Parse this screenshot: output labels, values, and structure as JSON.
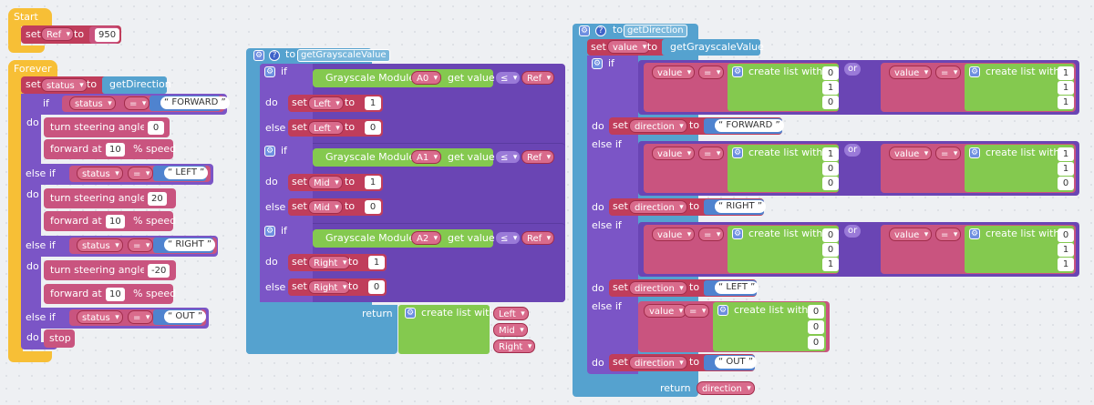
{
  "start": {
    "label": "Start",
    "set": "set",
    "var": "Ref",
    "to": "to",
    "value": "950"
  },
  "forever": {
    "label": "Forever",
    "set": "set",
    "var": "status",
    "to": "to",
    "call": "getDirection",
    "if": "if",
    "do": "do",
    "elseif": "else if",
    "eq": "=",
    "steer": "turn steering angle to",
    "forward": "forward at",
    "speed": "% speed",
    "stop": "stop",
    "branches": [
      {
        "cmp": "FORWARD",
        "angle": "0",
        "speed_val": "10"
      },
      {
        "cmp": "LEFT",
        "angle": "20",
        "speed_val": "10"
      },
      {
        "cmp": "RIGHT",
        "angle": "-20",
        "speed_val": "10"
      },
      {
        "cmp": "OUT"
      }
    ]
  },
  "gray": {
    "to": "to",
    "name": "getGrayscaleValue",
    "if": "if",
    "do": "do",
    "else": "else",
    "module": "Grayscale Module",
    "get": "get value",
    "le": "≤",
    "ref": "Ref",
    "set": "set",
    "to2": "to",
    "rows": [
      {
        "pin": "A0",
        "var": "Left",
        "v1": "1",
        "v0": "0"
      },
      {
        "pin": "A1",
        "var": "Mid",
        "v1": "1",
        "v0": "0"
      },
      {
        "pin": "A2",
        "var": "Right",
        "v1": "1",
        "v0": "0"
      }
    ],
    "return": "return",
    "create": "create list with",
    "items": [
      "Left",
      "Mid",
      "Right"
    ]
  },
  "dir": {
    "to": "to",
    "name": "getDirection",
    "set": "set",
    "var": "value",
    "to2": "to",
    "call": "getGrayscaleValue",
    "if": "if",
    "elseif": "else if",
    "do": "do",
    "or": "or",
    "eq": "=",
    "create": "create list with",
    "dirvar": "direction",
    "cases": [
      {
        "a": [
          "0",
          "1",
          "0"
        ],
        "b": [
          "1",
          "1",
          "1"
        ],
        "result": "FORWARD"
      },
      {
        "a": [
          "1",
          "0",
          "0"
        ],
        "b": [
          "1",
          "1",
          "0"
        ],
        "result": "RIGHT"
      },
      {
        "a": [
          "0",
          "0",
          "1"
        ],
        "b": [
          "0",
          "1",
          "1"
        ],
        "result": "LEFT"
      },
      {
        "a": [
          "0",
          "0",
          "0"
        ],
        "result": "OUT"
      }
    ],
    "return": "return"
  }
}
